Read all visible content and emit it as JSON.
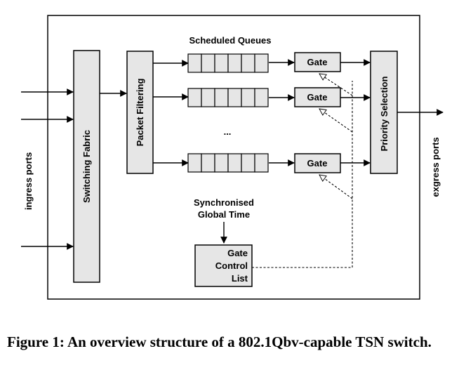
{
  "diagram": {
    "scheduled_queues_label": "Scheduled Queues",
    "switching_fabric_label": "Switching Fabric",
    "packet_filtering_label": "Packet Filtering",
    "priority_selection_label": "Priority Selection",
    "gate_label": "Gate",
    "ellipsis": "...",
    "ingress_ports_label": "ingress ports",
    "egress_ports_label": "exgress ports",
    "sync_time_line1": "Synchronised",
    "sync_time_line2": "Global Time",
    "gcl_line1": "Gate",
    "gcl_line2": "Control",
    "gcl_line3": "List"
  },
  "caption": "Figure 1: An overview structure of a 802.1Qbv-capable TSN switch."
}
